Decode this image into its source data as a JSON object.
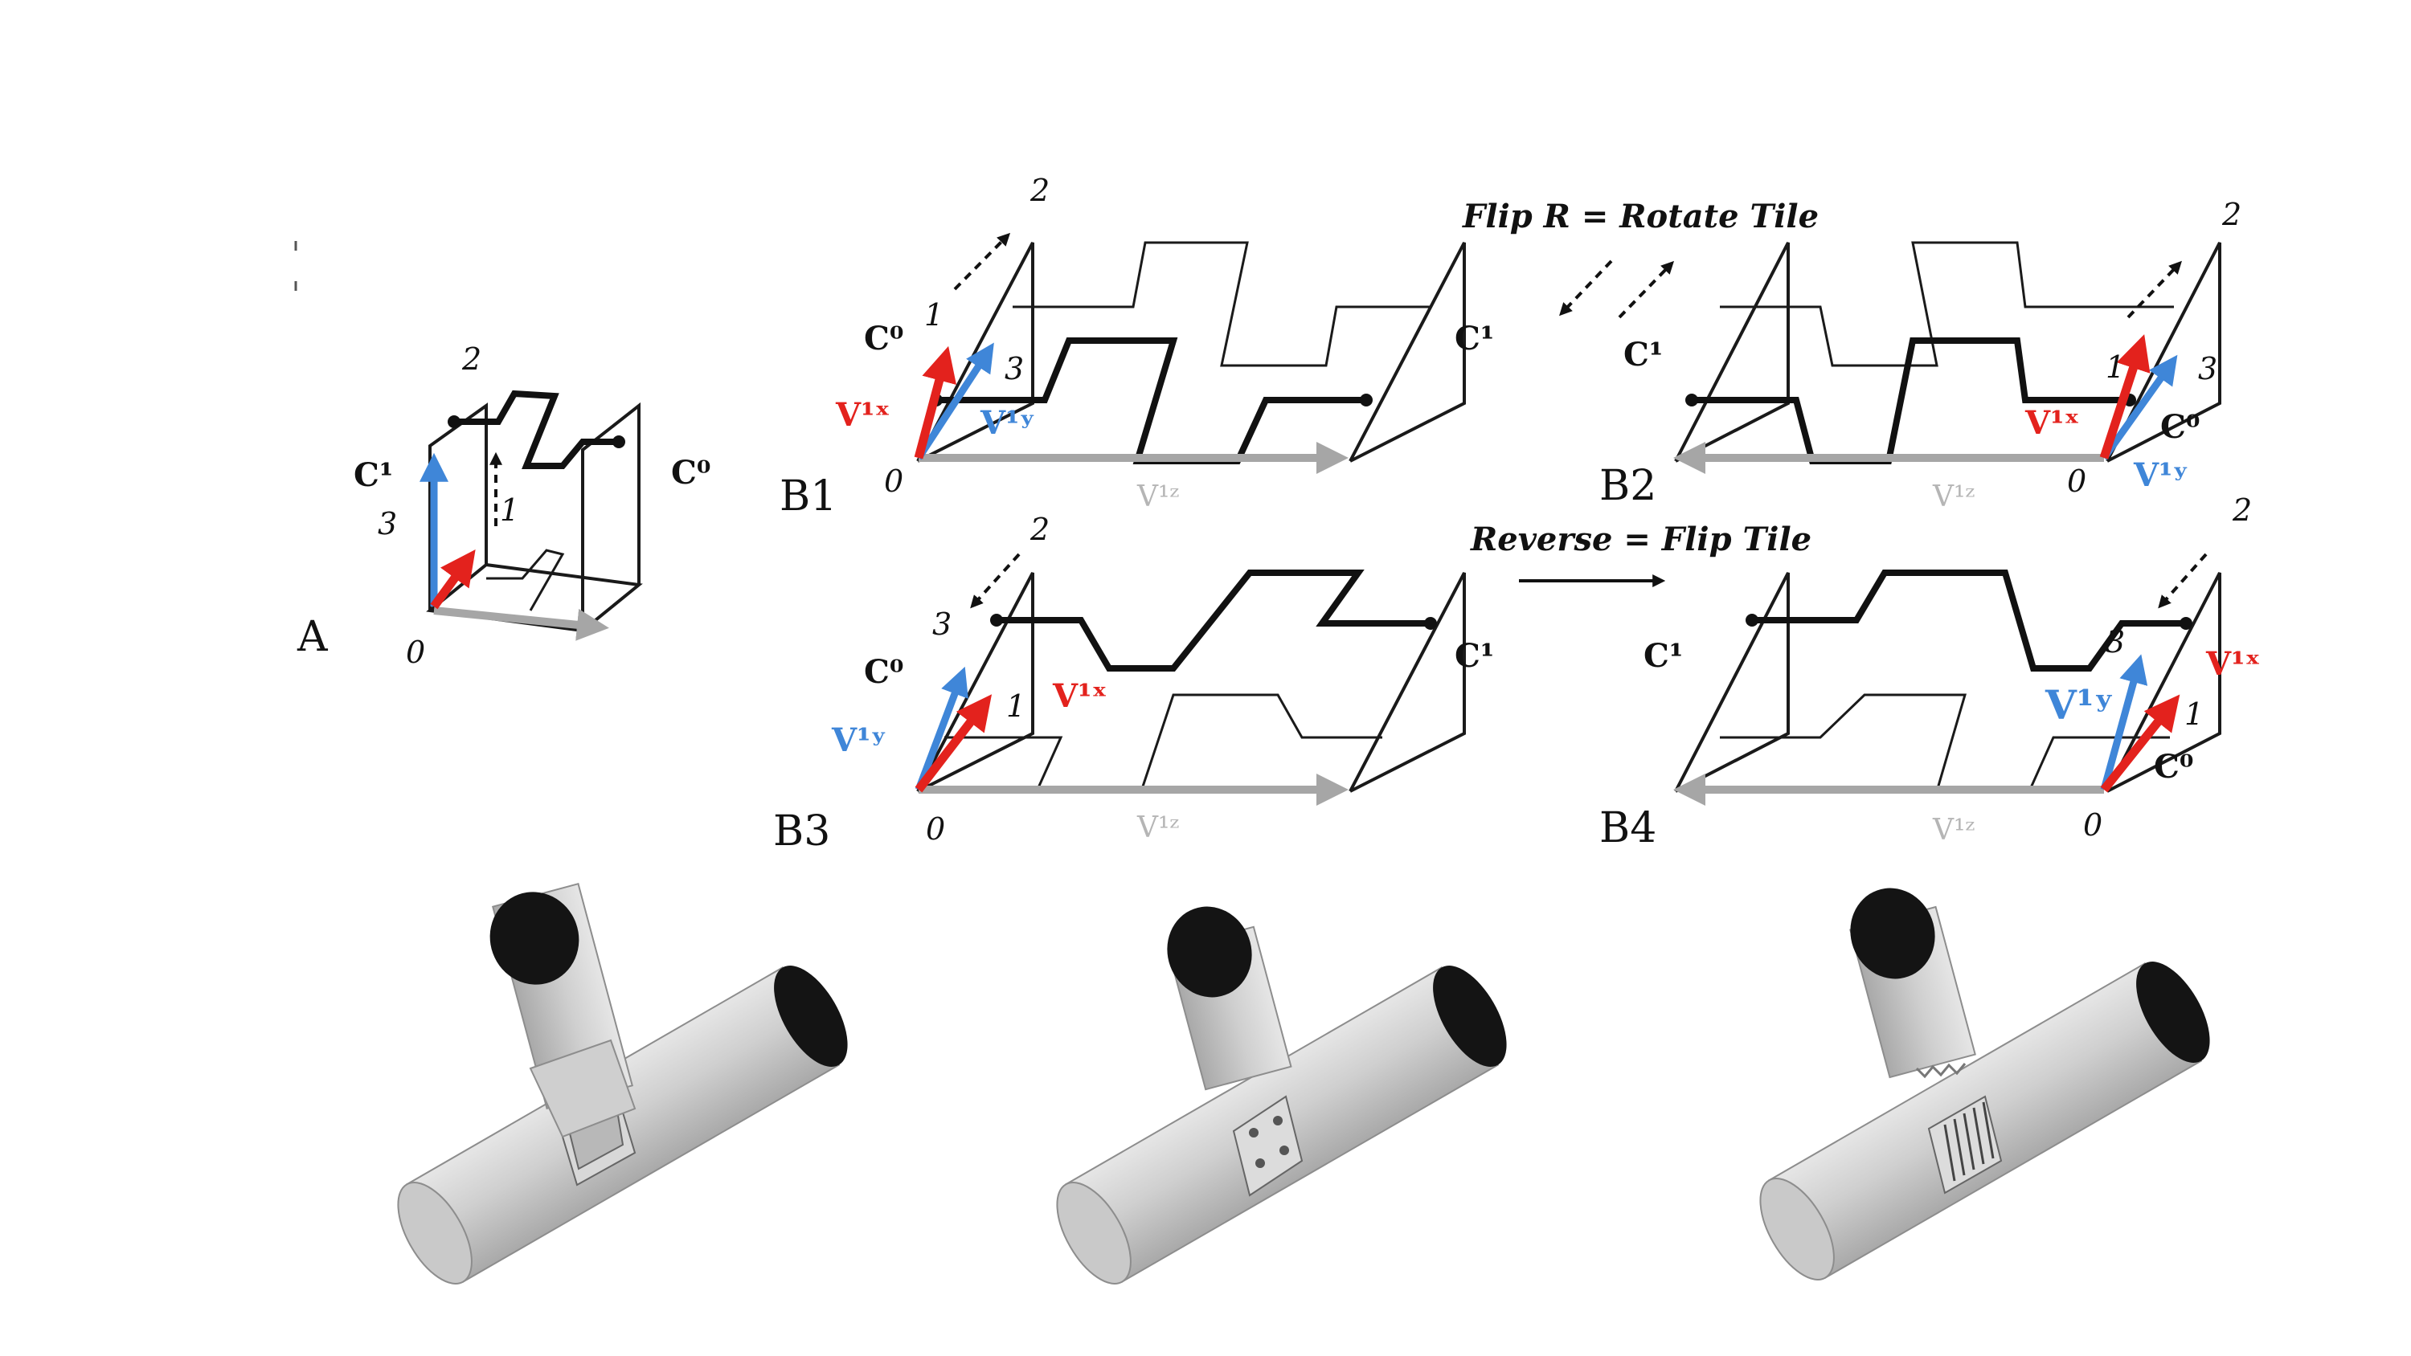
{
  "colors": {
    "red_vector": "#e3221d",
    "blue_vector": "#3f86d8",
    "gray_axis": "#a6a6a6",
    "outline": "#1a1a1a",
    "pipe_body": "#c6c6c6",
    "pipe_cap": "#141414"
  },
  "panel_a": {
    "caption": "A",
    "origin": "0",
    "labels": {
      "c1": "C¹",
      "c0": "C⁰",
      "n1": "1",
      "n2": "2",
      "n3": "3"
    }
  },
  "panel_b1": {
    "caption": "B1",
    "origin": "0",
    "labels": {
      "c0": "C⁰",
      "c1": "C¹",
      "n1": "1",
      "n2": "2",
      "n3": "3",
      "v1x": "V¹ˣ",
      "v1y": "V¹ʸ",
      "v1z": "V¹ᶻ"
    }
  },
  "panel_b2": {
    "caption": "B2",
    "origin": "0",
    "labels": {
      "c0": "C⁰",
      "c1": "C¹",
      "n1": "1",
      "n2": "2",
      "n3": "3",
      "v1x": "V¹ˣ",
      "v1y": "V¹ʸ",
      "v1z": "V¹ᶻ"
    }
  },
  "panel_b3": {
    "caption": "B3",
    "origin": "0",
    "labels": {
      "c0": "C⁰",
      "c1": "C¹",
      "n1": "1",
      "n2": "2",
      "n3": "3",
      "v1x": "V¹ˣ",
      "v1y": "V¹ʸ",
      "v1z": "V¹ᶻ"
    }
  },
  "panel_b4": {
    "caption": "B4",
    "origin": "0",
    "labels": {
      "c0": "C⁰",
      "c1": "C¹",
      "n1": "1",
      "n2": "2",
      "n3": "3",
      "v1x": "V¹ˣ",
      "v1y": "V¹ʸ",
      "v1z": "V¹ᶻ"
    }
  },
  "transforms": {
    "flip_r": "Flip R = Rotate Tile",
    "reverse": "Reverse = Flip Tile"
  },
  "renders": [
    {
      "joint_detail": "tab-insert"
    },
    {
      "joint_detail": "bolted-plate"
    },
    {
      "joint_detail": "serrated-teeth"
    }
  ]
}
